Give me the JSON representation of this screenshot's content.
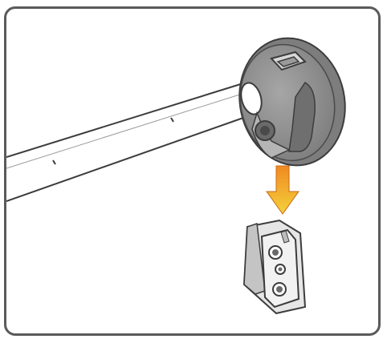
{
  "illustration": {
    "subject": "rail-end-cap-to-wall-bracket",
    "icons": [
      "curtain-rod",
      "end-cap",
      "direction-arrow",
      "wall-bracket"
    ],
    "colors": {
      "frame": "#5a5a5a",
      "outline": "#3c3c3c",
      "rod_fill": "#ffffff",
      "cap_fill": "#8e8e8e",
      "cap_shade": "#6f6f6f",
      "cap_highlight": "#b5b5b5",
      "bracket_fill": "#dcdcdc",
      "arrow_top": "#f08a22",
      "arrow_bottom": "#f4d13a"
    }
  }
}
